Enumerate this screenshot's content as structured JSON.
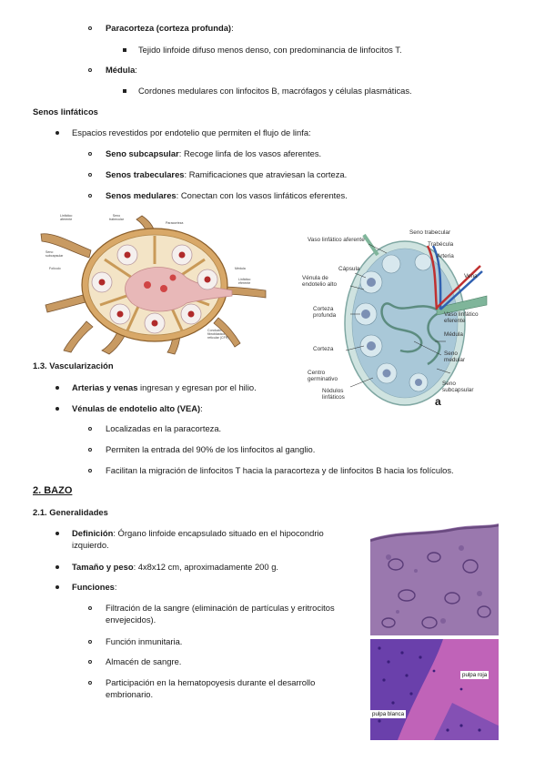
{
  "lymph_node": {
    "paracortex": {
      "title": "Paracorteza (corteza profunda)",
      "colon": ":",
      "detail": "Tejido linfoide difuso menos denso, con predominancia de linfocitos T."
    },
    "medulla": {
      "title": "Médula",
      "colon": ":",
      "detail": "Cordones medulares con linfocitos B, macrófagos y células plasmáticas."
    },
    "sinuses": {
      "heading": "Senos linfáticos",
      "intro": "Espacios revestidos por endotelio que permiten el flujo de linfa:",
      "items": [
        {
          "term": "Seno subcapsular",
          "text": ": Recoge linfa de los vasos aferentes."
        },
        {
          "term": "Senos trabeculares",
          "text": ": Ramificaciones que atraviesan la corteza."
        },
        {
          "term": "Senos medulares",
          "text": ": Conectan con los vasos linfáticos eferentes."
        }
      ]
    },
    "vascularization": {
      "heading": "1.3. Vascularización",
      "arteries": {
        "term": "Arterias y venas",
        "text": " ingresan y egresan por el hilio."
      },
      "hev": {
        "term": "Vénulas de endotelio alto (VEA)",
        "colon": ":",
        "items": [
          "Localizadas en la paracorteza.",
          "Permiten la entrada del 90% de los linfocitos al ganglio.",
          "Facilitan la migración de linfocitos T hacia la paracorteza y de linfocitos B hacia los folículos."
        ]
      }
    }
  },
  "diagram_left": {
    "labels": {
      "linfatico_aferente": [
        "Linfático",
        "aferente"
      ],
      "seno_trabecular": [
        "Seno",
        "trabecular"
      ],
      "paracorteza": "Paracorteza",
      "seno_subcapsular": [
        "Seno",
        "subcapsular"
      ],
      "foliculo": "Folículo",
      "medula": "Médula",
      "linfatico_eferente": [
        "Linfático",
        "eferente"
      ],
      "conducto": [
        "Conducto",
        "fibroblástico",
        "reticular (CFR)"
      ]
    }
  },
  "diagram_right": {
    "labels": {
      "vaso_aferente": "Vaso linfático aferente",
      "seno_trabecular": "Seno trabecular",
      "trabecula": "Trabécula",
      "arteria": "Arteria",
      "vena": "Vena",
      "capsula": "Cápsula",
      "venula": [
        "Vénula de",
        "endotelio alto"
      ],
      "corteza_profunda": [
        "Corteza",
        "profunda"
      ],
      "vaso_eferente": [
        "Vaso linfático",
        "eferente"
      ],
      "medula": "Médula",
      "corteza": "Corteza",
      "seno_medular": [
        "Seno",
        "medular"
      ],
      "centro_germinativo": [
        "Centro",
        "germinativo"
      ],
      "seno_subcapsular": [
        "Seno",
        "subcapsular"
      ],
      "nodulos": [
        "Nódulos",
        "linfáticos"
      ],
      "panel_letter": "a"
    }
  },
  "spleen": {
    "heading": "2. BAZO",
    "generalities": "2.1. Generalidades",
    "definition": {
      "term": "Definición",
      "text_line1": ": Órgano linfoide encapsulado situado en el hipocondrio",
      "text_line2": "izquierdo."
    },
    "size": {
      "term": "Tamaño y peso",
      "text": ": 4x8x12 cm, aproximadamente 200 g."
    },
    "functions": {
      "term": "Funciones",
      "colon": ":",
      "items": [
        {
          "line1": "Filtración de la sangre (eliminación de partículas y eritrocitos",
          "line2": "envejecidos)."
        },
        {
          "line1": "Función inmunitaria."
        },
        {
          "line1": "Almacén de sangre."
        },
        {
          "line1": "Participación en la hematopoyesis durante el desarrollo",
          "line2": "embrionario."
        }
      ]
    },
    "micrograph_labels": {
      "red_pulp": "pulpa roja",
      "white_pulp": "pulpa blanca"
    }
  }
}
